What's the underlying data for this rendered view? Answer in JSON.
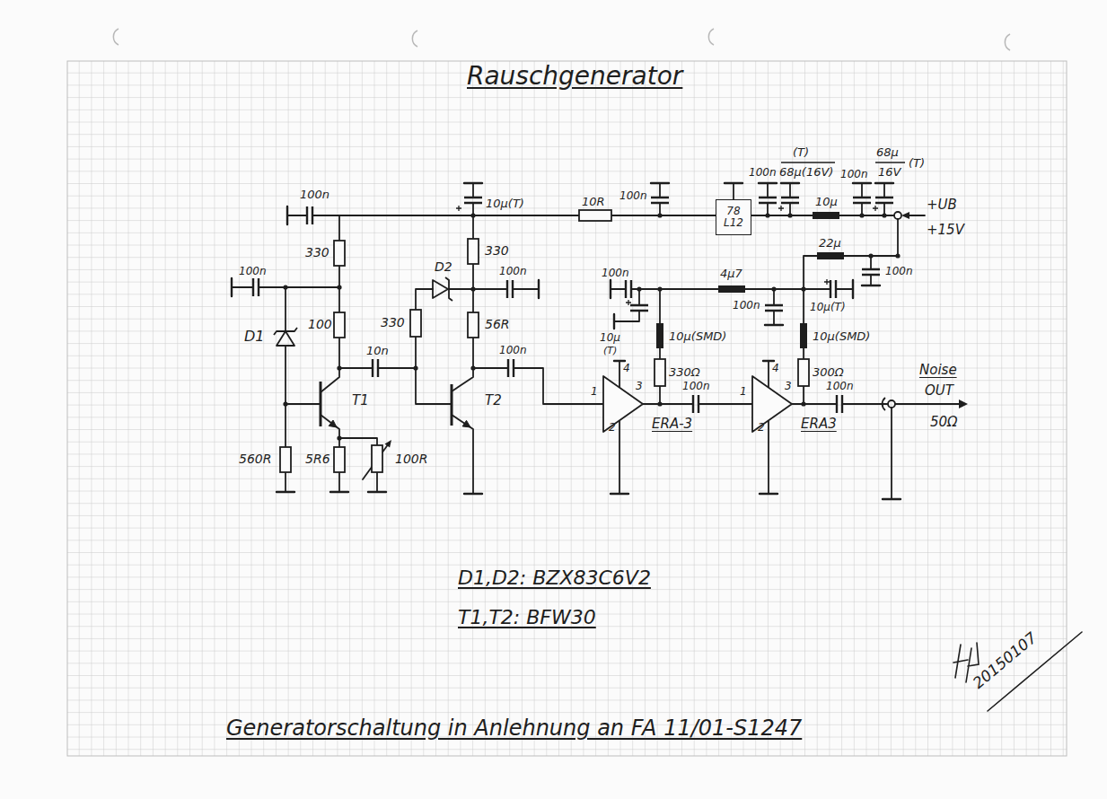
{
  "diagram": {
    "title": "Rauschgenerator",
    "caption": "Generatorschaltung in Anlehnung an FA 11/01-S1247",
    "nodes": [
      {
        "text": [
          "78 L12"
        ]
      },
      {
        "text": [
          "ERA-3"
        ]
      },
      {
        "text": [
          "ERA3"
        ]
      }
    ],
    "labels": [
      "(T)",
      "68µ(16V)",
      "100n",
      "68µ",
      "16V",
      "(T)",
      "100n",
      "10µ",
      "+UB",
      "+15V",
      "22µ",
      "100n",
      "10µ(T)",
      "10R",
      "100n",
      "330",
      "D2",
      "330",
      "100n",
      "100n",
      "D1",
      "100",
      "330",
      "56R",
      "10n",
      "100n",
      "T1",
      "T2",
      "560R",
      "5R6",
      "100R",
      "100n",
      "10µ",
      "(T)",
      "10µ(SMD)",
      "330Ω",
      "4µ7",
      "100n",
      "10µ(T)",
      "100n",
      "10µ(SMD)",
      "300Ω",
      "100n",
      "100n",
      "4",
      "1",
      "3",
      "2",
      "4",
      "1",
      "3",
      "2",
      "Noise",
      "OUT",
      "50Ω",
      "D1,D2: BZX83C6V2",
      "T1,T2: BFW30",
      "20150107"
    ]
  }
}
